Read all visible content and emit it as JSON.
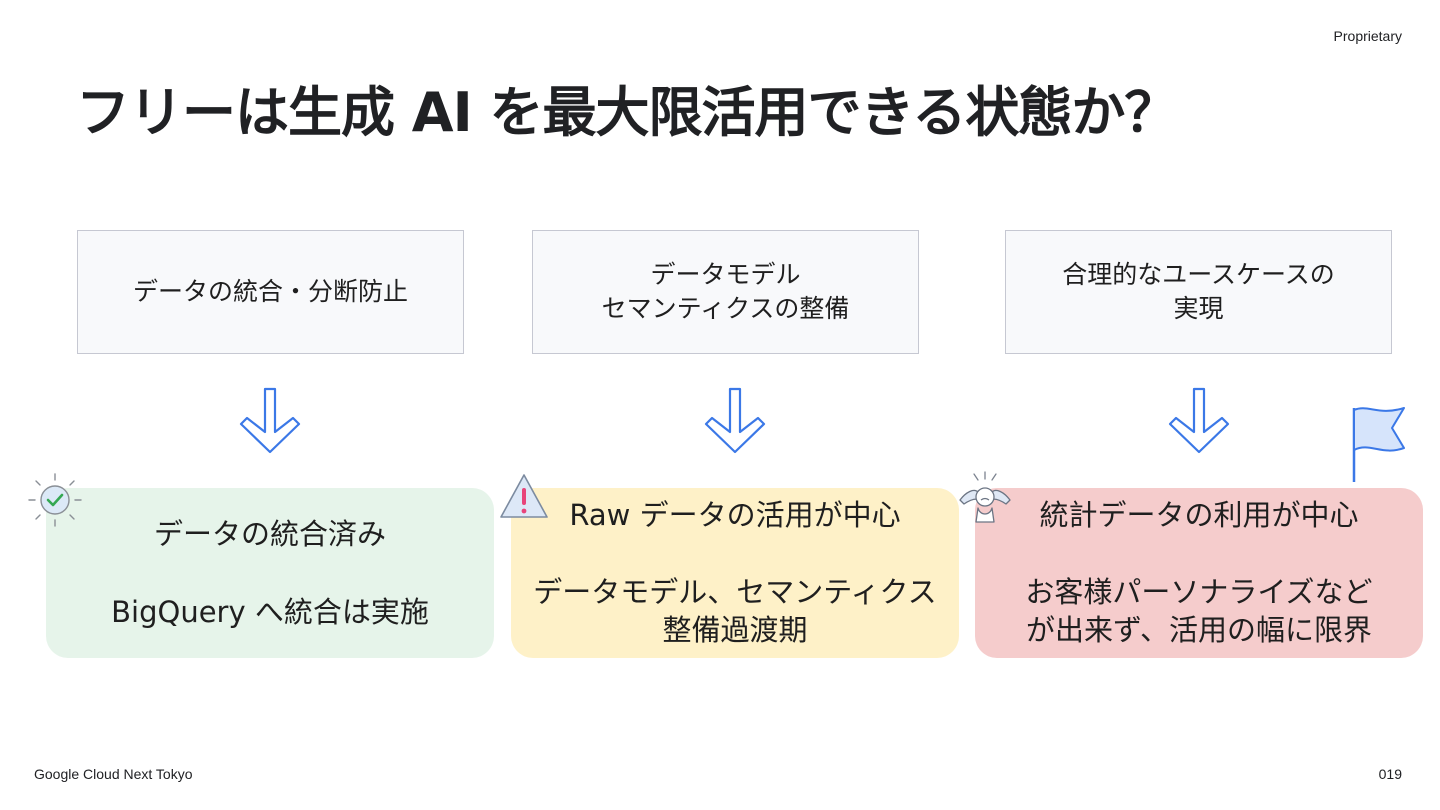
{
  "header": {
    "proprietary": "Proprietary"
  },
  "title": "フリーは生成 AI を最大限活用できる状態か？",
  "top_boxes": [
    {
      "line1": "データの統合・分断防止",
      "line2": ""
    },
    {
      "line1": "データモデル",
      "line2": "セマンティクスの整備"
    },
    {
      "line1": "合理的なユースケースの",
      "line2": "実現"
    }
  ],
  "cards": [
    {
      "line1": "データの統合済み",
      "line2": "BigQuery へ統合は実施",
      "line3": "",
      "badge": "check-icon"
    },
    {
      "line1": "Raw データの活用が中心",
      "line2": "データモデル、セマンティクス",
      "line3": "整備過渡期",
      "badge": "warning-icon"
    },
    {
      "line1": "統計データの利用が中心",
      "line2": "お客様パーソナライズなど",
      "line3": "が出来ず、活用の幅に限界",
      "badge": "frustrated-person-icon"
    }
  ],
  "flag_icon": "flag-icon",
  "footer": {
    "brand": "Google Cloud Next Tokyo",
    "page": "019"
  },
  "colors": {
    "arrow": "#3b78e7",
    "green": "#e6f4ea",
    "yellow": "#fef1c8",
    "red": "#f5cccc",
    "box_border": "#c6c8d2"
  }
}
